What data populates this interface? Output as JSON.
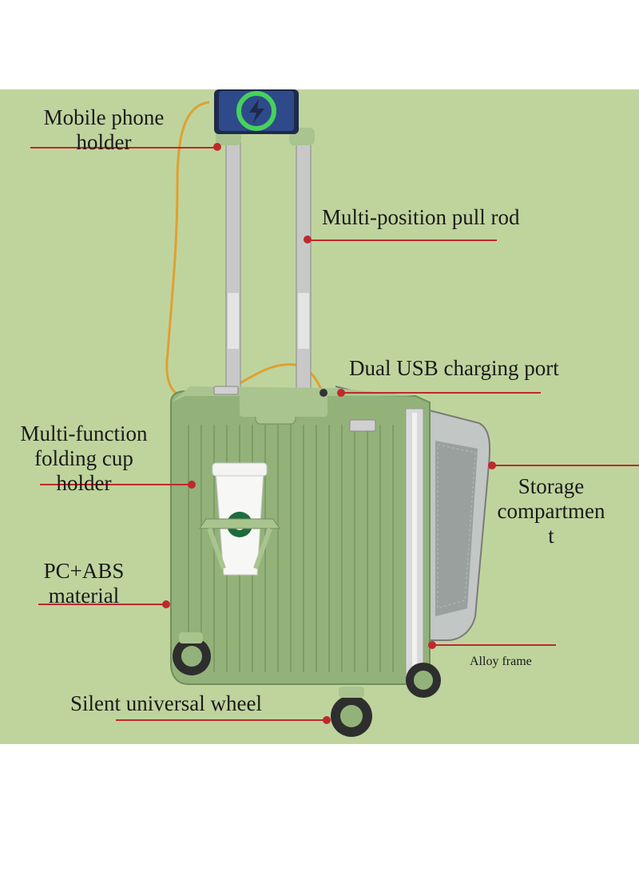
{
  "colors": {
    "background": "#bfd49d",
    "suitcase": "#93b27a",
    "leader_line": "#c0282d",
    "frame": "#d9d9d9"
  },
  "labels": {
    "phone_holder": [
      "Mobile phone",
      "holder"
    ],
    "pull_rod": "Multi-position pull rod",
    "usb_port": "Dual USB charging port",
    "cup_holder": [
      "Multi-function",
      "folding cup",
      "holder"
    ],
    "storage": [
      "Storage",
      "compartmen",
      "t"
    ],
    "material": [
      "PC+ABS",
      "material"
    ],
    "frame": "Alloy frame",
    "wheel": "Silent universal wheel"
  },
  "icons": {
    "phone": "lightning-charge-icon"
  }
}
